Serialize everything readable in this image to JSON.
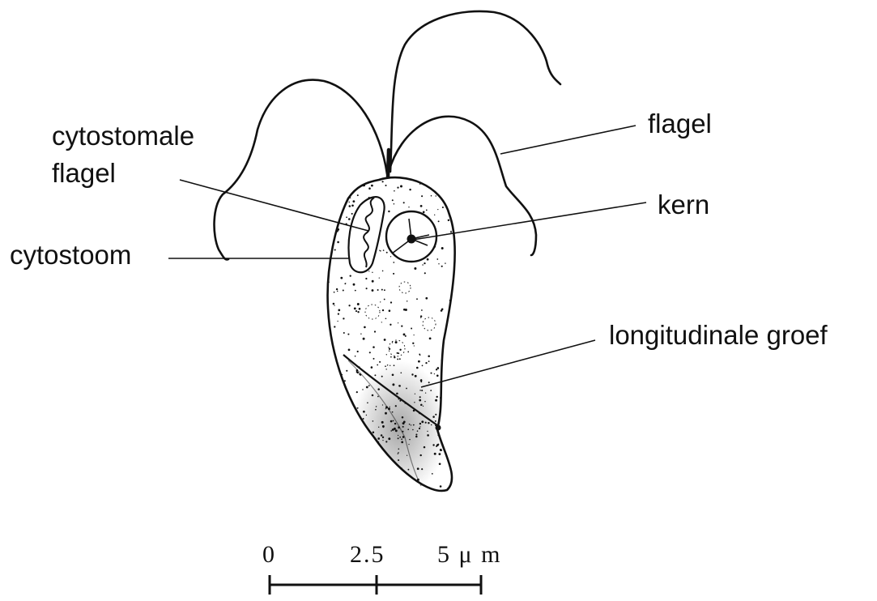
{
  "labels": {
    "flagel": "flagel",
    "cytostomale_line1": "cytostomale",
    "cytostomale_line2": "flagel",
    "kern": "kern",
    "cytostoom": "cytostoom",
    "groef": "longitudinale groef"
  },
  "scale_bar": {
    "tick_0": "0",
    "tick_mid": "2.5",
    "tick_end": "5 μ m"
  },
  "colors": {
    "ink": "#111111",
    "background": "#ffffff"
  }
}
